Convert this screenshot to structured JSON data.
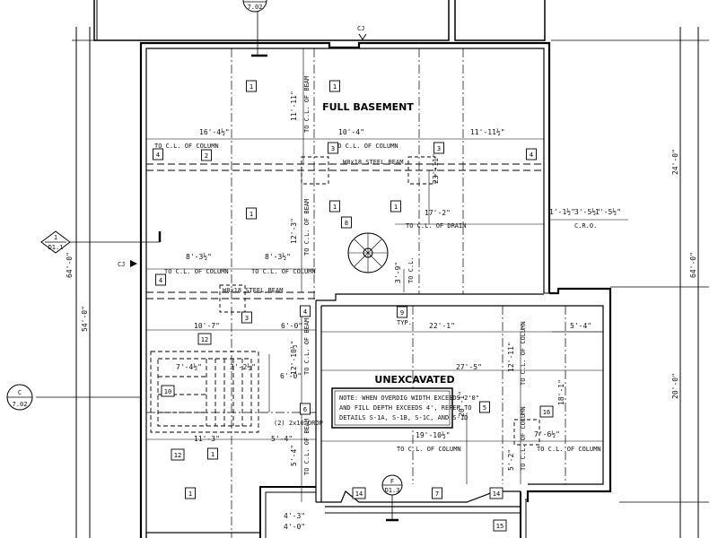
{
  "rooms": {
    "full_basement": "FULL BASEMENT",
    "unexcavated": "UNEXCAVATED"
  },
  "note": {
    "line1": "NOTE: WHEN OVERDIG WIDTH EXCEEDS 2'0\"",
    "line2": "AND FILL DEPTH EXCEEDS 4', REFER TO",
    "line3": "DETAILS S-1A, S-1B, S-1C, AND S-1D"
  },
  "beams": {
    "top": "W8x18 STEEL BEAM",
    "mid": "W8x18 STEEL BEAM"
  },
  "section_markers": [
    {
      "letter": "",
      "sheet": "7.02"
    },
    {
      "letter": "1",
      "sheet": "D1.1"
    },
    {
      "letter": "C",
      "sheet": "7.02"
    },
    {
      "letter": "F",
      "sheet": "D1.3"
    }
  ],
  "cj": "CJ",
  "dims": {
    "d_16_4_half": "16'-4½\"",
    "d_11_11_top": "11'-11\"",
    "d_10_4": "10'-4\"",
    "d_11_11_half": "11'-11½\"",
    "to_cl_column": "TO C.L. OF COLUMN",
    "to_cl_beam": "TO C.L. OF BEAM",
    "d_23_11": "23'-11\"",
    "d_17_2": "17'-2\"",
    "to_cl_drain": "TO C.L. OF DRAIN",
    "d_12_3": "12'-3\"",
    "d_8_3_half_a": "8'-3½\"",
    "d_8_3_half_b": "8'-3½\"",
    "d_3_9": "3'-9\"",
    "to_cl": "TO C.L.",
    "d_1_1_half": "1'-1½\"",
    "d_3_5_half": "3'-5½\"",
    "d_1_5_half": "1'-5½\"",
    "cro": "C.R.O.",
    "d_24_0": "24'-0\"",
    "d_64_0": "64'-0\"",
    "d_54_0": "54'-0\"",
    "d_10_7": "10'-7\"",
    "d_6_0_a": "6'-0\"",
    "d_7_4_half": "7'-4½\"",
    "d_3_2_half": "3'-2½\"",
    "d_12_10_half": "12'-10½\"",
    "d_6_0_b": "6'-0\"",
    "d_11_3": "11'-3\"",
    "d_5_4_a": "5'-4\"",
    "d_5_4_b": "5'-4\"",
    "d_22_1": "22'-1\"",
    "d_27_5": "27'-5\"",
    "d_20_1": "20'-1\"",
    "d_12_11": "12'-11\"",
    "d_19_10_half": "19'-10½\"",
    "d_18_1": "18'-1\"",
    "d_7_6_half": "7'-6½\"",
    "d_5_2": "5'-2\"",
    "d_20_0": "20'-0\"",
    "d_4_3": "4'-3\"",
    "d_4_0": "4'-0\"",
    "drop": "(2) 2x10 DROP",
    "typ": "TYP."
  },
  "tags": [
    "1",
    "2",
    "3",
    "4",
    "5",
    "6",
    "7",
    "8",
    "9",
    "10",
    "12",
    "14",
    "15",
    "16"
  ]
}
